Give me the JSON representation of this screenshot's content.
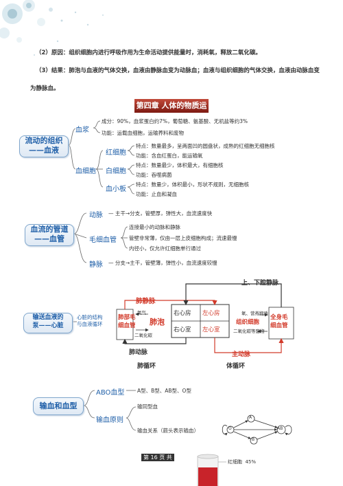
{
  "intro": {
    "reason": "（2）原因：组织细胞内进行呼吸作用为生命活动提供能量时，消耗氧，释放二氧化碳。",
    "result_line1": "（3）结果：肺泡与血液的气体交换，血液由静脉血变为动脉血；血液与组织细胞的气体交换，血液由动脉血变",
    "result_line2": "为静脉血。"
  },
  "chapter_title": "第四章  人体的物质运输",
  "blood": {
    "root": "流动的组织\n——血液",
    "plasma_label": "血浆",
    "plasma_composition": "成分：90%，血浆蛋白约7%，葡萄糖、氨基酸、无机盐等约3%",
    "plasma_function": "功能：运载血细胞，运输养料和废物",
    "cells_label": "血细胞",
    "rbc_label": "红细胞",
    "rbc_feature": "特点：数量最多，呈两面凹的圆盘状，成熟的红细胞无细胞核",
    "rbc_function": "功能：含血红蛋白，能运输氧",
    "wbc_label": "白细胞",
    "wbc_feature": "特点：数量最少，体积最大，有细胞核",
    "wbc_function": "功能：吞噬病菌",
    "platelet_label": "血小板",
    "platelet_feature": "特点：数量少，体积最小，形状不规则，无细胞核",
    "platelet_function": "功能：止血和凝血"
  },
  "vessels": {
    "root": "血流的管道\n——血管",
    "artery_label": "动脉",
    "artery_desc": "主干→分支，管壁厚，弹性大，血流速度快",
    "capillary_label": "毛细血管",
    "capillary_desc1": "连接最小的动脉和静脉",
    "capillary_desc2": "管壁非常薄，仅由一层上皮细胞构成；流速最慢",
    "capillary_desc3": "内径小，仅允许红细胞单行通过",
    "vein_label": "静脉",
    "vein_desc": "分支→主干，管壁薄，弹性小，血流速度较慢"
  },
  "heart": {
    "root": "输送血液的\n泵——心脏",
    "sub": "心脏的结构\n与血液循环",
    "pulmonary_vein": "肺静脉",
    "pulmonary_artery": "肺动脉",
    "lung_capillary": "肺部毛\n细血管",
    "alveoli": "肺泡",
    "oxygen": "氧气",
    "co2": "二氧化碳",
    "right_atrium": "右心房",
    "left_atrium": "左心房",
    "right_ventricle": "右心室",
    "left_ventricle": "左心室",
    "tissue_cells": "组织细胞",
    "body_capillary": "全身毛\n细血管",
    "nutrients": "氧、营养物质",
    "waste": "二氧化碳等废物",
    "vena_cava": "上、下腔静脉",
    "aorta": "主动脉",
    "pulmonary_circulation": "肺循环",
    "systemic_circulation": "体循环"
  },
  "transfusion": {
    "root": "输血和血型",
    "abo_label": "ABO血型",
    "abo_types": "A型、B型、AB型、O型",
    "principle_label": "输血原则",
    "principle1": "输同型血",
    "principle2": "输血关系（箭头表示输血）",
    "nodes": {
      "a": "A",
      "b": "B",
      "o": "O",
      "ab": "AB"
    }
  },
  "footer": {
    "partial_title": "第 16 页 共 ",
    "rbc_label": "红细胞",
    "rbc_percent": "45%"
  }
}
